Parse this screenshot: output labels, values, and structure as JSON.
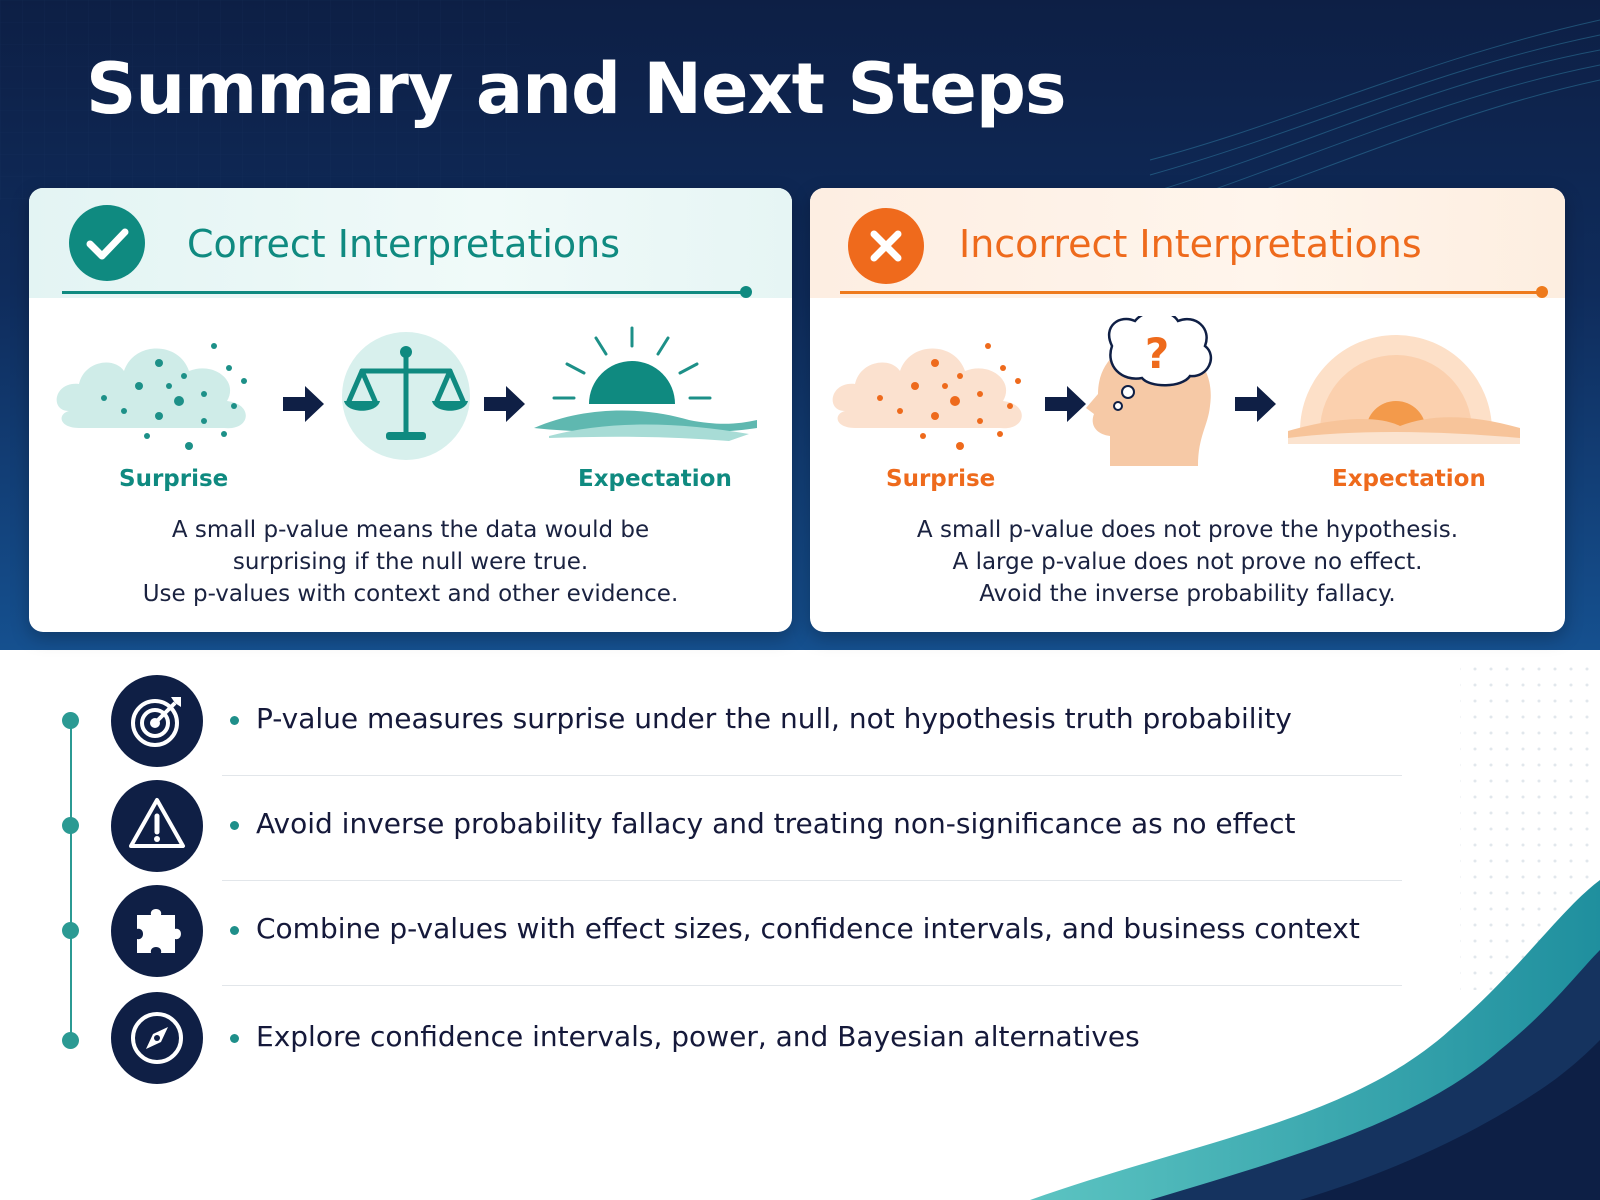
{
  "title": "Summary and Next Steps",
  "colors": {
    "navy": "#0d1f45",
    "teal": "#0f8a80",
    "orange": "#ee6a1c",
    "text": "#15193a"
  },
  "correct": {
    "icon": "check-icon",
    "title": "Correct Interpretations",
    "flow": {
      "start_label": "Surprise",
      "end_label": "Expectation",
      "icons": [
        "dotted-cloud-icon",
        "arrow-right-icon",
        "balance-scale-icon",
        "arrow-right-icon",
        "sunrise-icon"
      ]
    },
    "lines": [
      "A small p-value means the data would be",
      "surprising if the null were true.",
      "Use p-values with context and other evidence."
    ]
  },
  "incorrect": {
    "icon": "x-icon",
    "title": "Incorrect Interpretations",
    "flow": {
      "start_label": "Surprise",
      "end_label": "Expectation",
      "question_mark": "?",
      "icons": [
        "dotted-cloud-icon",
        "arrow-right-icon",
        "confused-head-icon",
        "arrow-right-icon",
        "sunset-icon"
      ]
    },
    "lines": [
      "A small p-value does not prove the hypothesis.",
      "A large p-value does not prove no effect.",
      "Avoid the inverse probability fallacy."
    ]
  },
  "takeaways": [
    {
      "icon": "target-icon",
      "text": "P-value measures surprise under the null, not hypothesis truth probability"
    },
    {
      "icon": "warning-icon",
      "text": "Avoid inverse probability fallacy and treating non-significance as no effect"
    },
    {
      "icon": "puzzle-icon",
      "text": "Combine p-values with effect sizes, confidence intervals, and business context"
    },
    {
      "icon": "compass-icon",
      "text": "Explore confidence intervals, power, and Bayesian alternatives"
    }
  ]
}
